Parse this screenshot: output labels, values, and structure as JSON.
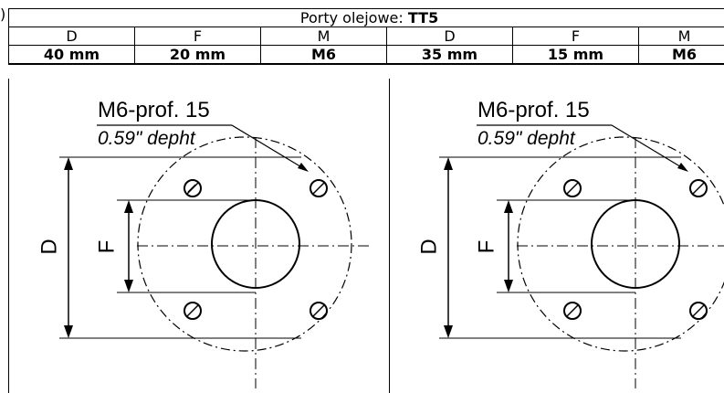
{
  "table": {
    "title_prefix": "Porty olejowe: ",
    "title_model": "TT5",
    "left_group": {
      "headers": [
        "D",
        "F",
        "M"
      ],
      "values": [
        "40 mm",
        "20 mm",
        "M6"
      ]
    },
    "right_group": {
      "headers": [
        "D",
        "F",
        "M"
      ],
      "values": [
        "35 mm",
        "15 mm",
        "M6"
      ]
    }
  },
  "drawings": [
    {
      "thread_label": "M6-prof. 15",
      "depth_label": "0.59\" depht",
      "dim_d": "D",
      "dim_f": "F"
    },
    {
      "thread_label": "M6-prof. 15",
      "depth_label": "0.59\" depht",
      "dim_d": "D",
      "dim_f": "F"
    }
  ],
  "cut_mark": ")"
}
